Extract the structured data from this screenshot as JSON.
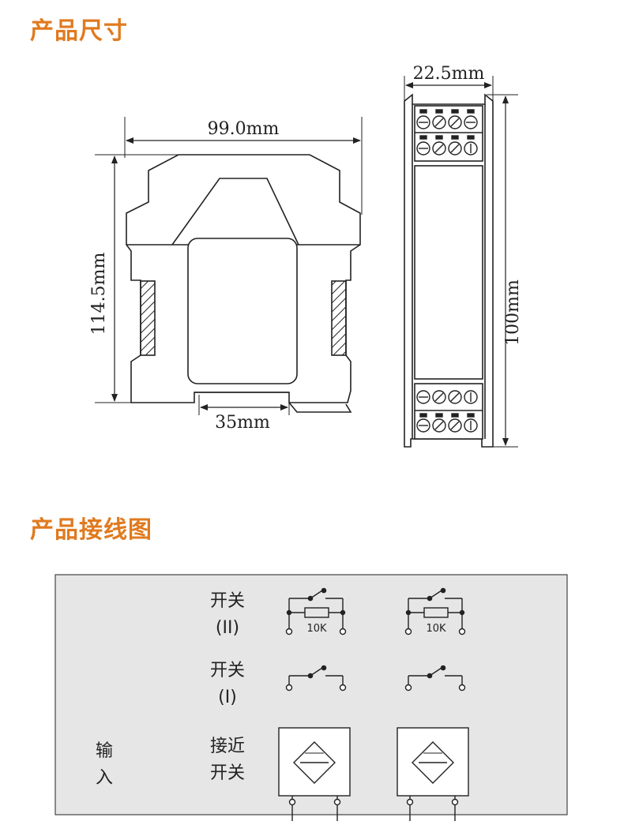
{
  "titles": {
    "dimensions": "产品尺寸",
    "wiring": "产品接线图"
  },
  "dimensions": {
    "width_front": "99.0mm",
    "height_front": "114.5mm",
    "rail": "35mm",
    "width_side": "22.5mm",
    "height_side": "100mm"
  },
  "wiring": {
    "input_label_1": "输",
    "input_label_2": "入",
    "switch2_line1": "开关",
    "switch2_line2": "(II)",
    "switch1_line1": "开关",
    "switch1_line2": "(I)",
    "prox_line1": "接近",
    "prox_line2": "开关",
    "resistor_label": "10K"
  },
  "colors": {
    "title": "#e07a1f",
    "panel_bg": "#e6e6e6",
    "line": "#222222"
  }
}
